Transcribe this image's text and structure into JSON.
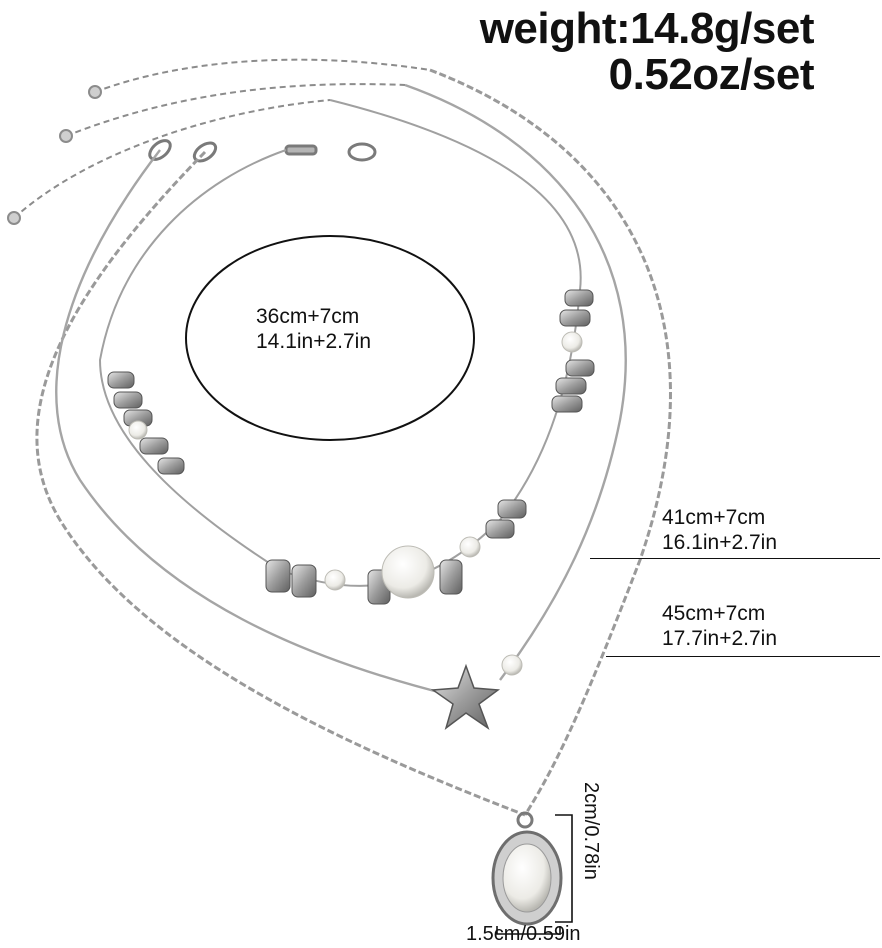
{
  "weight": {
    "grams": "weight:14.8g/set",
    "ounces": "0.52oz/set"
  },
  "necklaces": [
    {
      "id": "short",
      "cm": "36cm+7cm",
      "inches": "14.1in+2.7in"
    },
    {
      "id": "middle",
      "cm": "41cm+7cm",
      "inches": "16.1in+2.7in"
    },
    {
      "id": "long",
      "cm": "45cm+7cm",
      "inches": "17.7in+2.7in"
    }
  ],
  "pendant": {
    "height": "2cm/0.78in",
    "width": "1.5cm/0.59in"
  },
  "colors": {
    "silver": "#a9a9a9",
    "silver_dark": "#6e6e6e",
    "pearl": "#f3f1ec",
    "ink": "#111111"
  }
}
